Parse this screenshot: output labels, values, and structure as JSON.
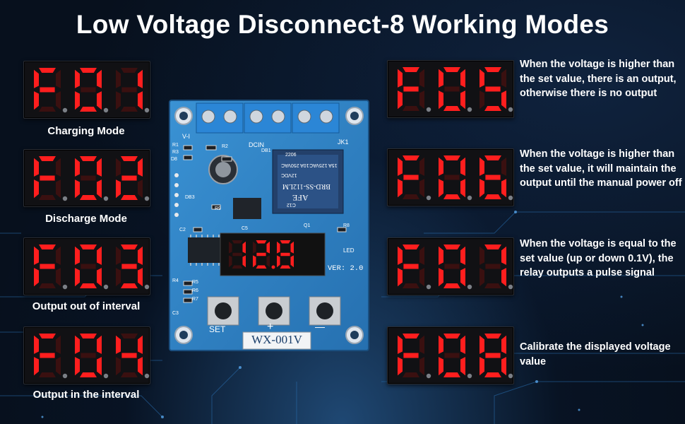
{
  "title": "Low Voltage Disconnect-8 Working Modes",
  "colors": {
    "segment_on": "#ff1e1e",
    "segment_off": "#3a1010",
    "board": "#2a7fc1",
    "background": "#07101d"
  },
  "modes": [
    {
      "code": "F01",
      "digit": "1",
      "caption": "Charging Mode",
      "description": ""
    },
    {
      "code": "F02",
      "digit": "2",
      "caption": "Discharge Mode",
      "description": ""
    },
    {
      "code": "F03",
      "digit": "3",
      "caption": "Output out of interval",
      "description": ""
    },
    {
      "code": "F04",
      "digit": "4",
      "caption": "Output in the interval",
      "description": ""
    },
    {
      "code": "F05",
      "digit": "5",
      "caption": "",
      "description": "When the voltage is higher than the set value, there is an output, otherwise there is no output"
    },
    {
      "code": "F06",
      "digit": "6",
      "caption": "",
      "description": "When the voltage is higher than the set value, it will maintain the output until the manual power off"
    },
    {
      "code": "F07",
      "digit": "7",
      "caption": "",
      "description": "When the voltage is equal to the set value (up or down 0.1V), the relay outputs a pulse signal"
    },
    {
      "code": "F08",
      "digit": "8",
      "caption": "",
      "description": "Calibrate the displayed voltage value"
    }
  ],
  "board": {
    "display_value": "12.8",
    "version": "VER: 2.0",
    "model": "WX-001V",
    "buttons": [
      "SET",
      "+",
      "—"
    ],
    "labels": {
      "relay": [
        "AFE",
        "BRD-SS-112LM",
        "12VDC",
        "10A 250VAC",
        "15A 125VAC",
        "2206",
        "C12"
      ],
      "input": "DCIN",
      "vin": "V-I",
      "jk": "JK1",
      "led": "LED",
      "parts": [
        "R1",
        "R2",
        "R3",
        "R4",
        "R5",
        "R6",
        "R7",
        "R8",
        "R9",
        "Q1",
        "C2",
        "C3",
        "C5",
        "DB1",
        "DB3",
        "D8"
      ]
    }
  }
}
